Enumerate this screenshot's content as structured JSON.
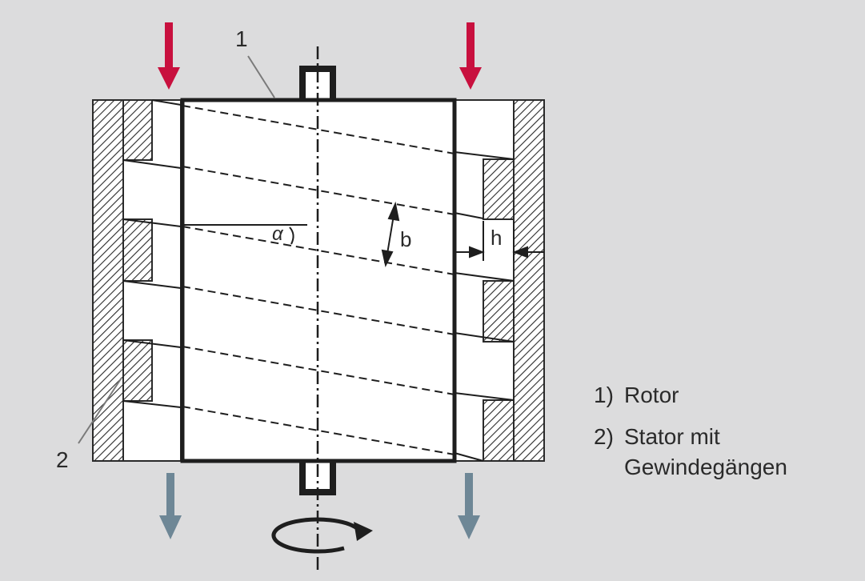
{
  "colors": {
    "background": "#dcdcdd",
    "inflow_arrow": "#c8103e",
    "outflow_arrow": "#6e8796",
    "rotor_outline": "#1e1e1e"
  },
  "labels": {
    "rotor_callout": "1",
    "stator_callout": "2",
    "angle": "α",
    "width": "b",
    "depth": "h"
  },
  "legend": [
    {
      "number": "1)",
      "text": "Rotor"
    },
    {
      "number": "2)",
      "text": "Stator mit",
      "continuation": "Gewindegängen"
    }
  ],
  "icons": [
    "down-arrow-icon",
    "rotation-arrow-icon"
  ]
}
